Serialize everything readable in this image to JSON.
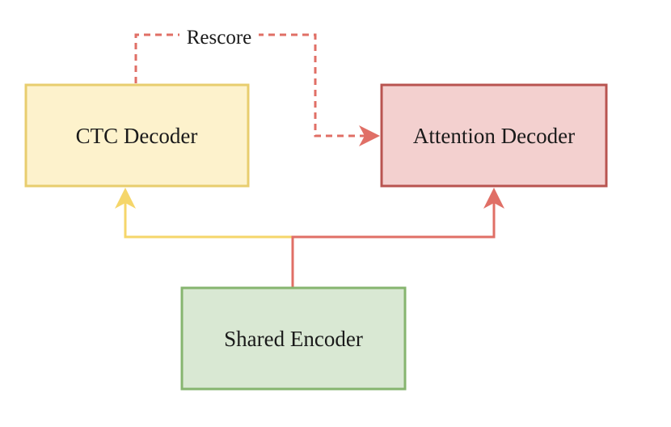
{
  "diagram": {
    "nodes": {
      "ctc": {
        "label": "CTC Decoder",
        "fill": "#fdf2cc",
        "stroke": "#e8cd6e"
      },
      "attention": {
        "label": "Attention Decoder",
        "fill": "#f3d0cf",
        "stroke": "#b85450"
      },
      "encoder": {
        "label": "Shared Encoder",
        "fill": "#d9e8d3",
        "stroke": "#86b56f"
      }
    },
    "edges": {
      "encoder_to_ctc": {
        "color": "#f5d66a",
        "style": "solid"
      },
      "encoder_to_attention": {
        "color": "#e06f66",
        "style": "solid"
      },
      "rescore": {
        "label": "Rescore",
        "color": "#e06f66",
        "style": "dashed"
      }
    }
  }
}
